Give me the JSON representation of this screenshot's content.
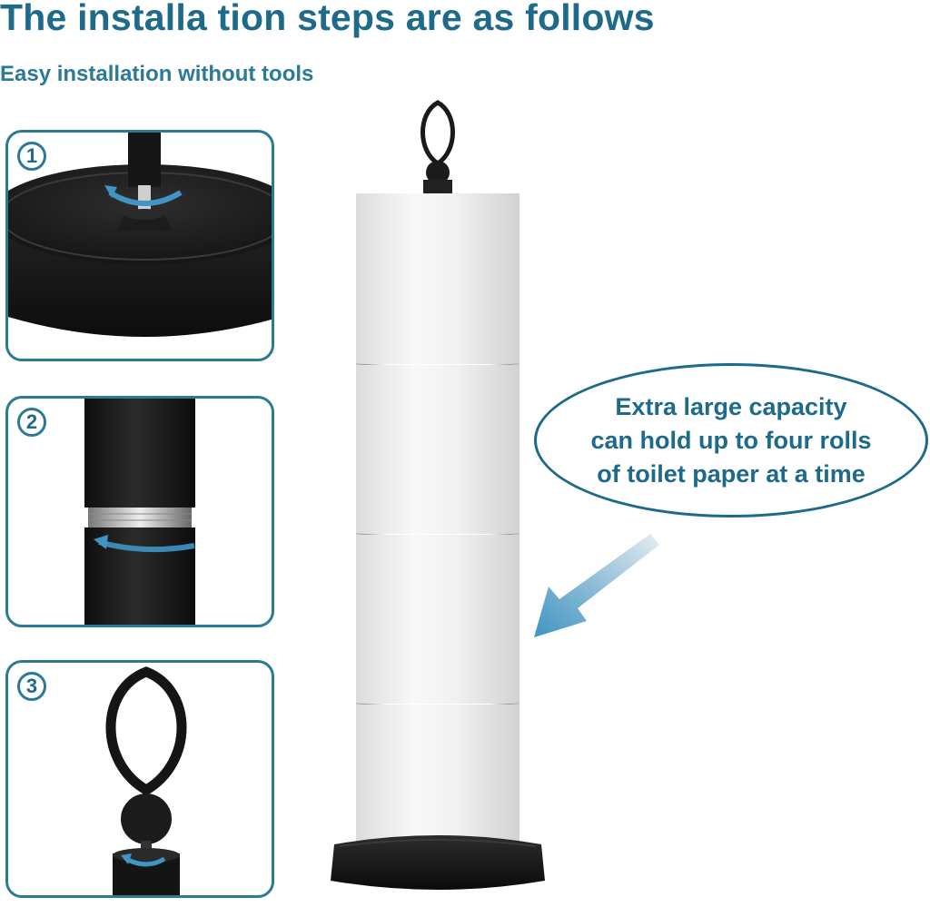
{
  "header": {
    "title": "The installa tion steps are as follows",
    "subtitle": "Easy installation without tools"
  },
  "steps": [
    {
      "number": "1",
      "description": "Screw the pole onto the base (rotation arrow)"
    },
    {
      "number": "2",
      "description": "Screw the pole sections together (rotation arrow)"
    },
    {
      "number": "3",
      "description": "Screw the top ring finial on (rotation arrow)"
    }
  ],
  "callout": {
    "lines": [
      "Extra large capacity",
      "can hold up to four rolls",
      "of toilet paper at a time"
    ]
  },
  "product": {
    "roll_count": 4
  },
  "colors": {
    "brand_teal": "#1e6a8a",
    "border_teal": "#2c7a94",
    "arrow_blue": "#3f95c4",
    "metal_black": "#1a1a1a"
  }
}
